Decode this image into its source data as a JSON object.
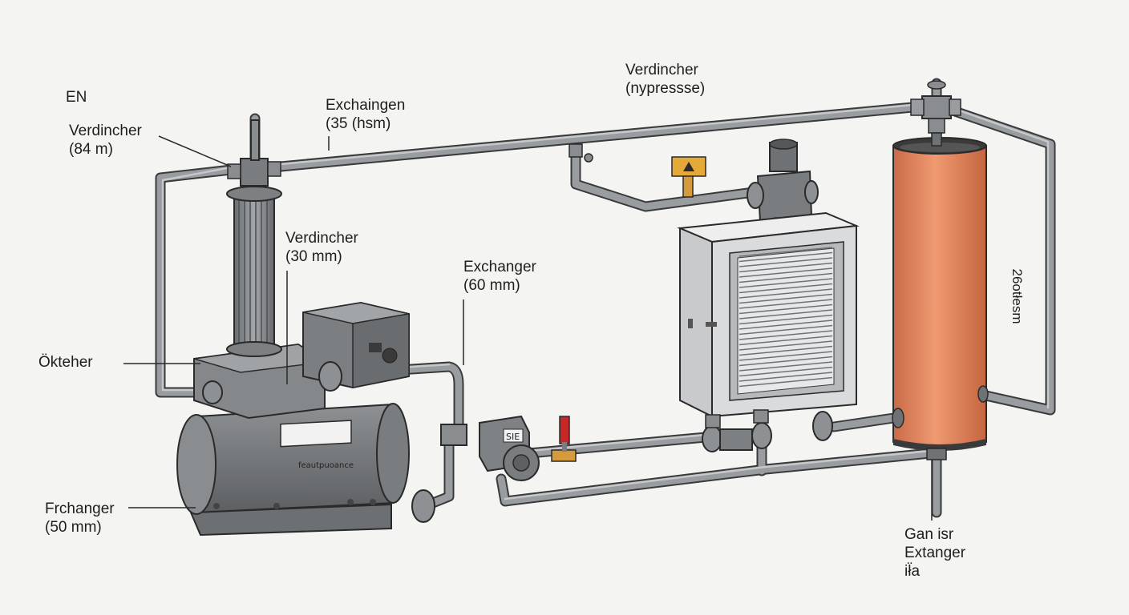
{
  "corner_label": "EN",
  "labels": {
    "verdincher_top_left": {
      "line1": "Verdincher",
      "line2": "(84 m)"
    },
    "exchaingen_top": {
      "line1": "Exchaingen",
      "line2": "(35 (hsm)"
    },
    "verdincher_top_right": {
      "line1": "Verdincher",
      "line2": "(nypressse)"
    },
    "verdincher_middle": {
      "line1": "Verdincher",
      "line2": "(30 mm)"
    },
    "exchanger_middle": {
      "line1": "Exchanger",
      "line2": "(60 mm)"
    },
    "oktcheher": {
      "line1": "Ökteher"
    },
    "frchanger_bottom_left": {
      "line1": "Frchanger",
      "line2": "(50 mm)"
    },
    "gan_isr_bottom_right": {
      "line1": "Gan isr",
      "line2": "Extanger",
      "line3": "ił̈a"
    },
    "vertical_tank": "26otłesm"
  },
  "equipment_text": {
    "tank_nameplate": "feautpuoance",
    "control_box_tag": "SIE"
  },
  "colors": {
    "background": "#f4f4f3",
    "metal_dark": "#6f7275",
    "metal_mid": "#8e9194",
    "pipe": "#9a9da0",
    "cabinet": "#dadbdc",
    "tank_orange": "#e7865f",
    "tank_orange_dark": "#c96b48",
    "warning_yellow": "#e5a93a",
    "valve_red": "#c62828",
    "brass": "#d59a3c",
    "outline": "#2a2a2a"
  }
}
